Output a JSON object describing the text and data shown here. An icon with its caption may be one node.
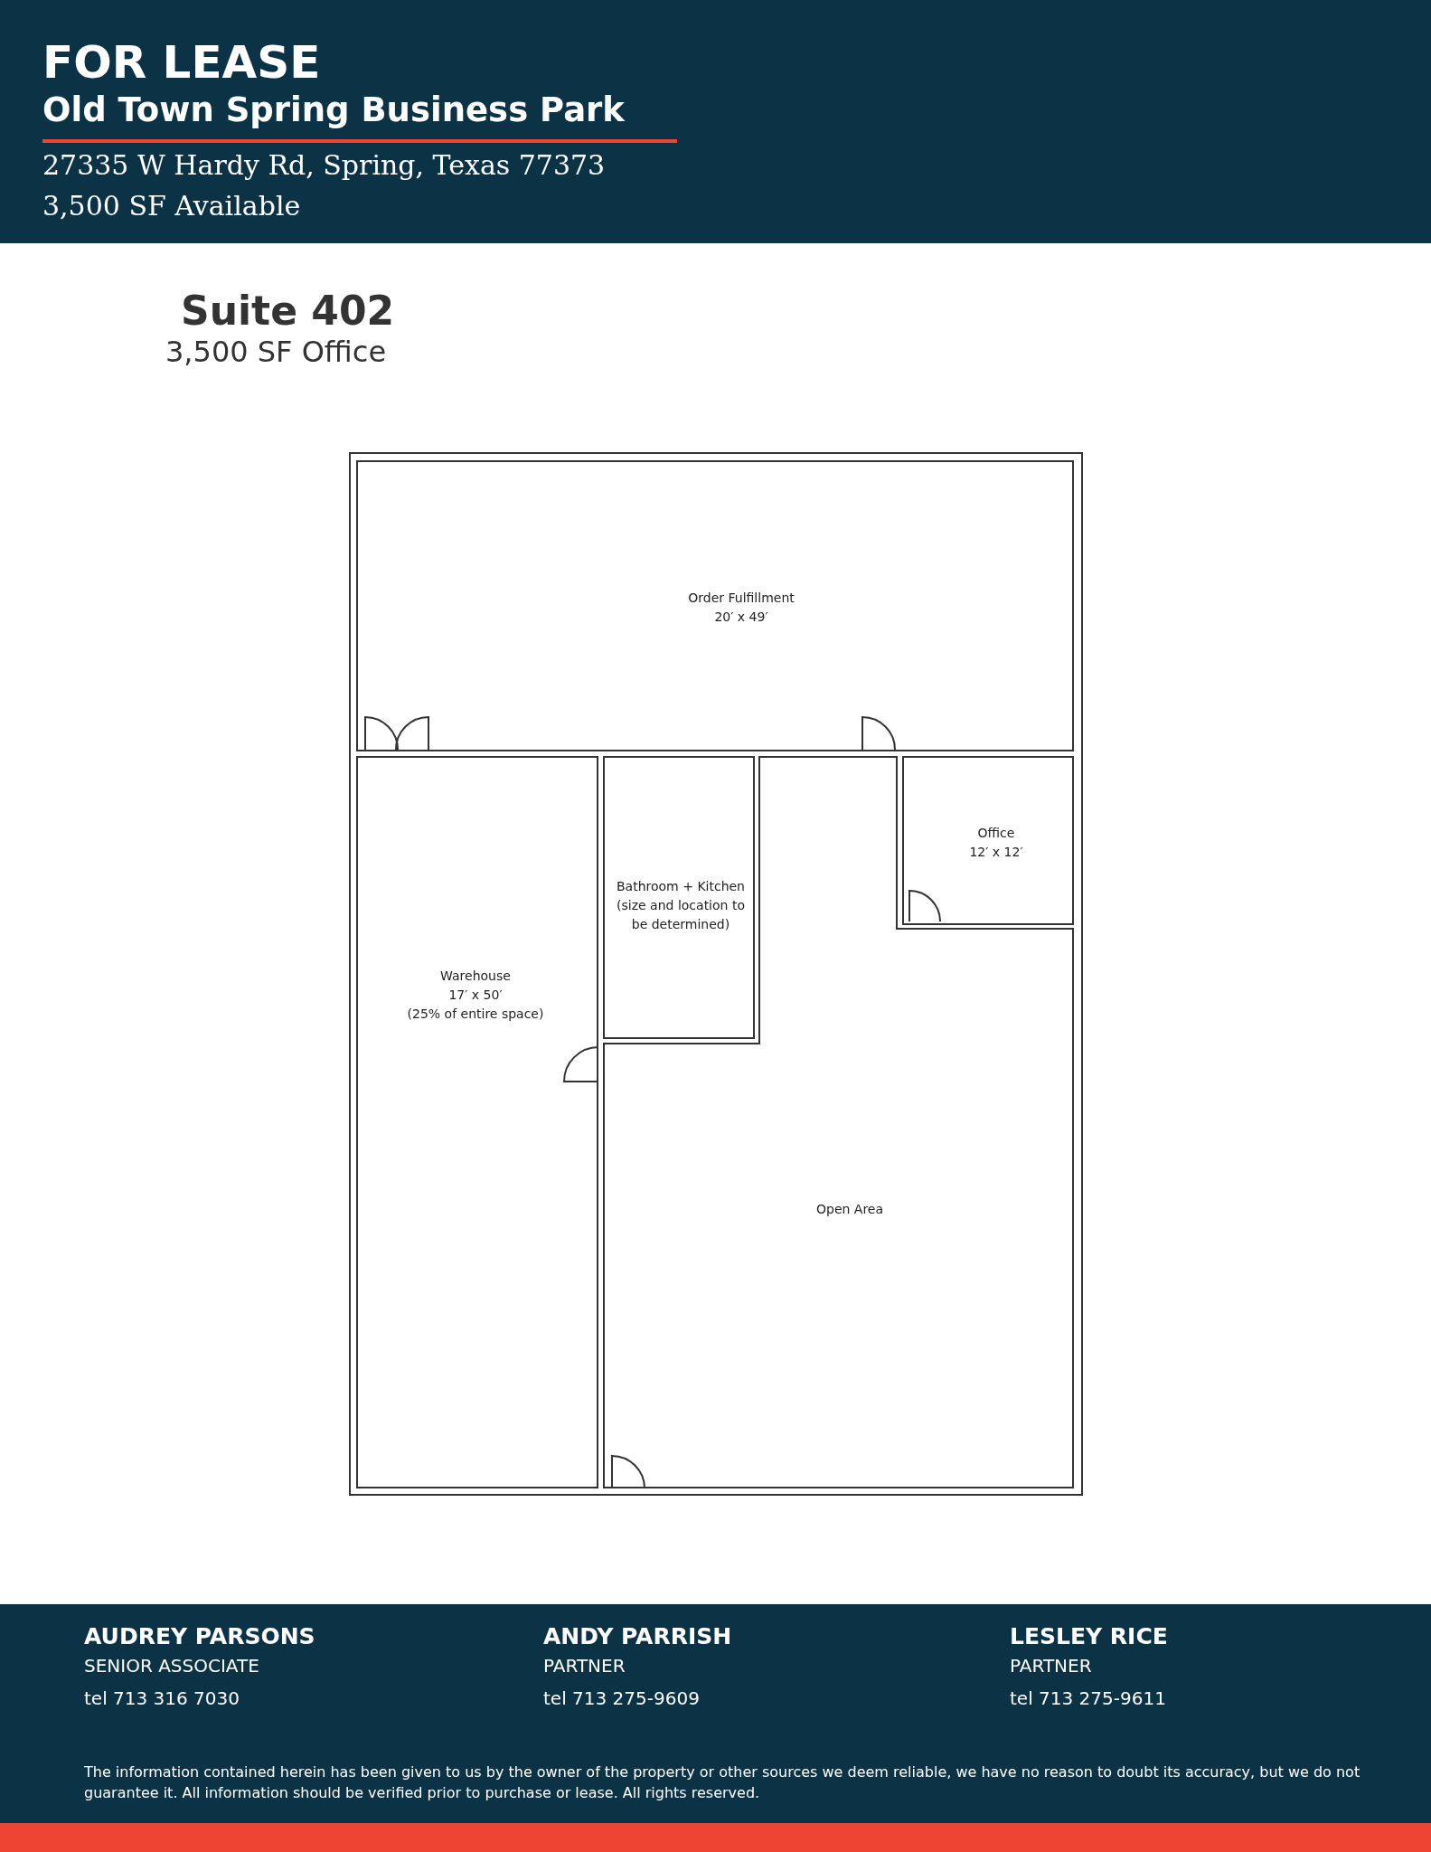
{
  "diagram": {
    "title": "FOR LEASE",
    "nodes": [
      {
        "text": [
          "Order Fulfillment",
          "20′ x 49′"
        ]
      },
      {
        "text": [
          "Office",
          "12′ x 12′"
        ]
      },
      {
        "text": [
          "Bathroom + Kitchen",
          "(size and location to be determined)"
        ]
      },
      {
        "text": [
          "Warehouse",
          "17′ x 50′",
          "(25% of entire space)"
        ]
      },
      {
        "text": [
          "Open Area"
        ]
      }
    ],
    "labels": [
      "Old Town Spring Business Park",
      "27335 W Hardy Rd, Spring, Texas 77373",
      "3,500 SF Available",
      "Suite 402",
      "3,500 SF Office",
      "AUDREY PARSONS",
      "SENIOR ASSOCIATE",
      "tel 713 316 7030",
      "ANDY PARRISH",
      "PARTNER",
      "tel 713 275-9609",
      "LESLEY RICE",
      "PARTNER",
      "tel 713 275-9611",
      "The information contained herein has been given to us by the owner of the property or other sources we deem reliable, we have no reason to doubt its accuracy, but we do not guarantee it. All information should be verified prior to purchase or lease. All rights reserved."
    ]
  }
}
